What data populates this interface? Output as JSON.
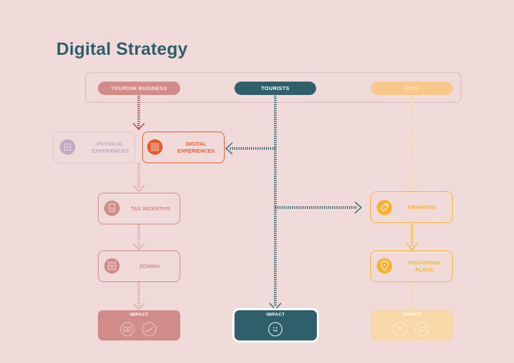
{
  "title": "Digital Strategy",
  "columns": {
    "business": "TOURISM BUSINESS",
    "tourists": "TOURISTS",
    "city": "CITY"
  },
  "nodes": {
    "physical": "PHYSICAL EXPERIENCES",
    "digital": "DIGITAL EXPERIENCES",
    "tax": "TAX INCENTIVE",
    "zoning": "ZONING",
    "branding": "BRANDING",
    "instagram": "INSTAGRAM PLACE"
  },
  "impact": {
    "business": "IMPACT",
    "tourists": "IMPACT",
    "city": "IMPACT"
  },
  "colors": {
    "business": "#d18c89",
    "business_dark": "#b5413e",
    "tourists": "#2e5f6b",
    "city": "#f7c889",
    "city_dark": "#f5b335",
    "digital": "#e35d2f",
    "physical": "#c6a7c6"
  },
  "icons": {
    "physical": "dot-grid-icon",
    "digital": "dot-grid-icon",
    "tax": "document-percent-icon",
    "zoning": "map-zone-icon",
    "branding": "price-tag-icon",
    "instagram": "map-pin-heart-icon",
    "impact_business": [
      "cash-icon",
      "growth-chart-icon"
    ],
    "impact_tourists": "smiley-icon",
    "impact_city": [
      "recycle-icon",
      "leaf-icon"
    ]
  }
}
